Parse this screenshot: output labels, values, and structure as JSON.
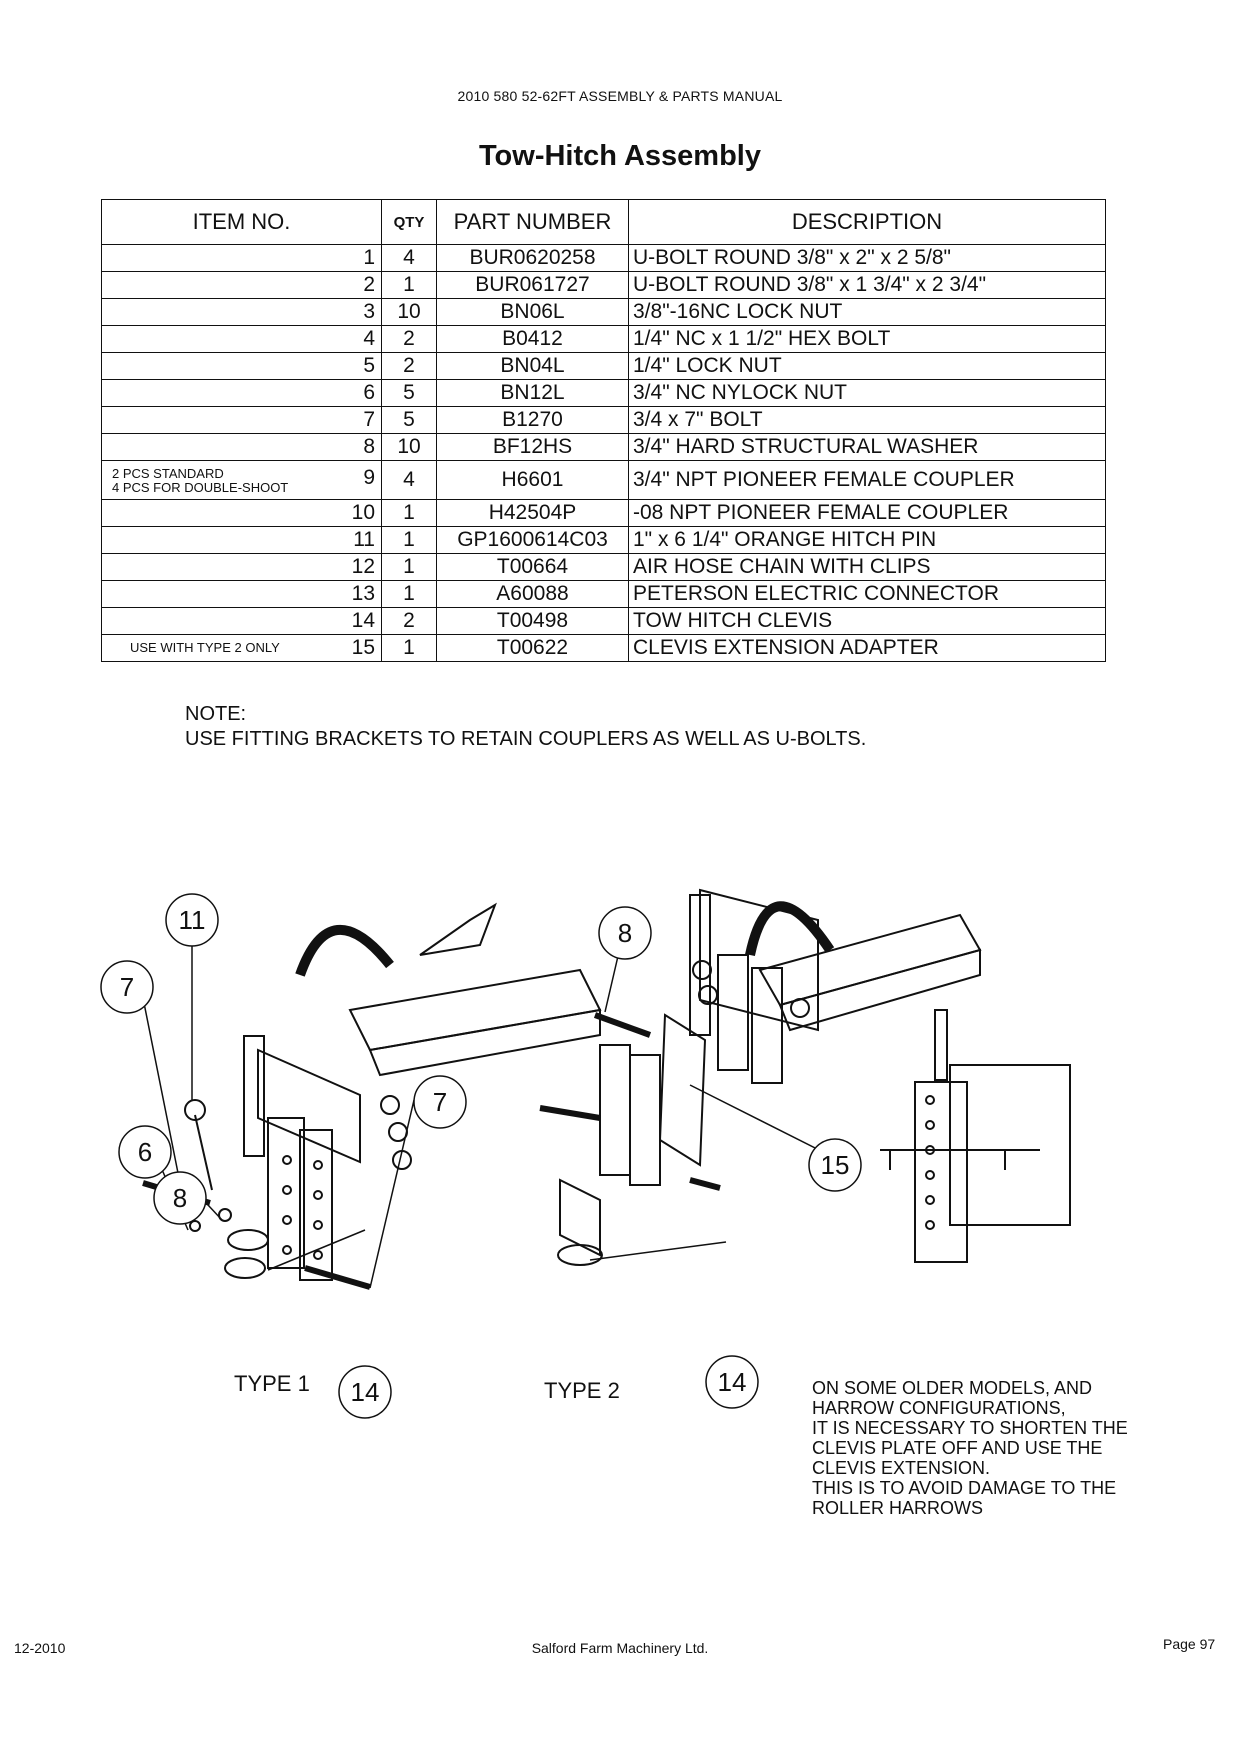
{
  "header": "2010 580 52-62FT ASSEMBLY & PARTS MANUAL",
  "title": "Tow-Hitch Assembly",
  "table": {
    "headers": {
      "item": "ITEM NO.",
      "qty": "QTY",
      "part": "PART NUMBER",
      "desc": "DESCRIPTION"
    },
    "rows": [
      {
        "item": "1",
        "qty": "4",
        "part": "BUR0620258",
        "desc": "U-BOLT ROUND 3/8\" x 2\" x 2 5/8\"",
        "note": ""
      },
      {
        "item": "2",
        "qty": "1",
        "part": "BUR061727",
        "desc": "U-BOLT ROUND 3/8\" x 1 3/4\" x 2 3/4\"",
        "note": ""
      },
      {
        "item": "3",
        "qty": "10",
        "part": "BN06L",
        "desc": "3/8\"-16NC LOCK NUT",
        "note": ""
      },
      {
        "item": "4",
        "qty": "2",
        "part": "B0412",
        "desc": "1/4\" NC x 1 1/2\" HEX BOLT",
        "note": ""
      },
      {
        "item": "5",
        "qty": "2",
        "part": "BN04L",
        "desc": "1/4\" LOCK NUT",
        "note": ""
      },
      {
        "item": "6",
        "qty": "5",
        "part": "BN12L",
        "desc": "3/4\" NC NYLOCK NUT",
        "note": ""
      },
      {
        "item": "7",
        "qty": "5",
        "part": "B1270",
        "desc": "3/4 x 7\" BOLT",
        "note": ""
      },
      {
        "item": "8",
        "qty": "10",
        "part": "BF12HS",
        "desc": "3/4\" HARD STRUCTURAL WASHER",
        "note": ""
      },
      {
        "item": "9",
        "qty": "4",
        "part": "H6601",
        "desc": "3/4\" NPT PIONEER FEMALE COUPLER",
        "note": "2 PCS STANDARD\n4 PCS FOR DOUBLE-SHOOT"
      },
      {
        "item": "10",
        "qty": "1",
        "part": "H42504P",
        "desc": "-08 NPT PIONEER FEMALE COUPLER",
        "note": ""
      },
      {
        "item": "11",
        "qty": "1",
        "part": "GP1600614C03",
        "desc": "1\" x 6 1/4\" ORANGE HITCH PIN",
        "note": ""
      },
      {
        "item": "12",
        "qty": "1",
        "part": "T00664",
        "desc": "AIR HOSE CHAIN WITH CLIPS",
        "note": ""
      },
      {
        "item": "13",
        "qty": "1",
        "part": "A60088",
        "desc": "PETERSON ELECTRIC CONNECTOR",
        "note": ""
      },
      {
        "item": "14",
        "qty": "2",
        "part": "T00498",
        "desc": "TOW HITCH CLEVIS",
        "note": ""
      },
      {
        "item": "15",
        "qty": "1",
        "part": "T00622",
        "desc": "CLEVIS EXTENSION ADAPTER",
        "note": "USE WITH TYPE 2 ONLY"
      }
    ]
  },
  "note": {
    "label": "NOTE:",
    "text": "USE FITTING BRACKETS TO RETAIN COUPLERS AS WELL AS U-BOLTS."
  },
  "diagram": {
    "callouts_type1": [
      "11",
      "7",
      "6",
      "8",
      "7",
      "14"
    ],
    "callouts_type2": [
      "8",
      "15",
      "14"
    ],
    "type1_label": "TYPE 1",
    "type2_label": "TYPE 2"
  },
  "older_models_note": [
    "ON SOME OLDER MODELS,  AND",
    "HARROW CONFIGURATIONS,",
    "IT IS NECESSARY TO SHORTEN THE",
    "CLEVIS PLATE OFF AND USE THE",
    "CLEVIS EXTENSION.",
    "THIS IS TO AVOID DAMAGE TO THE",
    "ROLLER HARROWS"
  ],
  "footer": {
    "date": "12-2010",
    "company": "Salford Farm Machinery Ltd.",
    "page": "Page 97"
  }
}
